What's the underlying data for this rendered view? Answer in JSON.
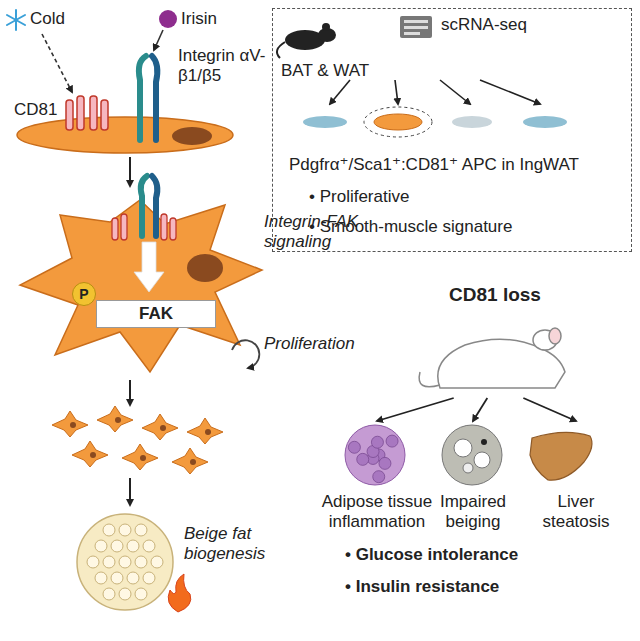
{
  "diagram": {
    "nodes": [
      {
        "text": [
          "BAT & WAT",
          "scRNA-seq",
          "Pdgfrα⁺/Sca1⁺:CD81⁺ APC in IngWAT",
          "• Proliferative",
          "• Smooth-muscle signature"
        ]
      },
      {
        "text": [
          "P"
        ]
      },
      {
        "text": [
          "FAK"
        ]
      },
      {
        "text": [
          "CD81 loss"
        ]
      },
      {
        "text": [
          "Adipose tissue inflammation"
        ]
      },
      {
        "text": [
          "Impaired beiging"
        ]
      },
      {
        "text": [
          "Liver steatosis"
        ]
      }
    ],
    "edges": [
      {
        "from": 3,
        "to": 4,
        "arrow": "to"
      },
      {
        "from": 3,
        "to": 5,
        "arrow": "to"
      },
      {
        "from": 3,
        "to": 6,
        "arrow": "to"
      }
    ],
    "labels": [
      "Cold",
      "Irisin",
      "Integrin αV-β1/β5",
      "CD81",
      "Integrin-FAK signaling",
      "Proliferation",
      "Beige fat biogenesis",
      "• Glucose intolerance",
      "• Insulin resistance"
    ]
  }
}
